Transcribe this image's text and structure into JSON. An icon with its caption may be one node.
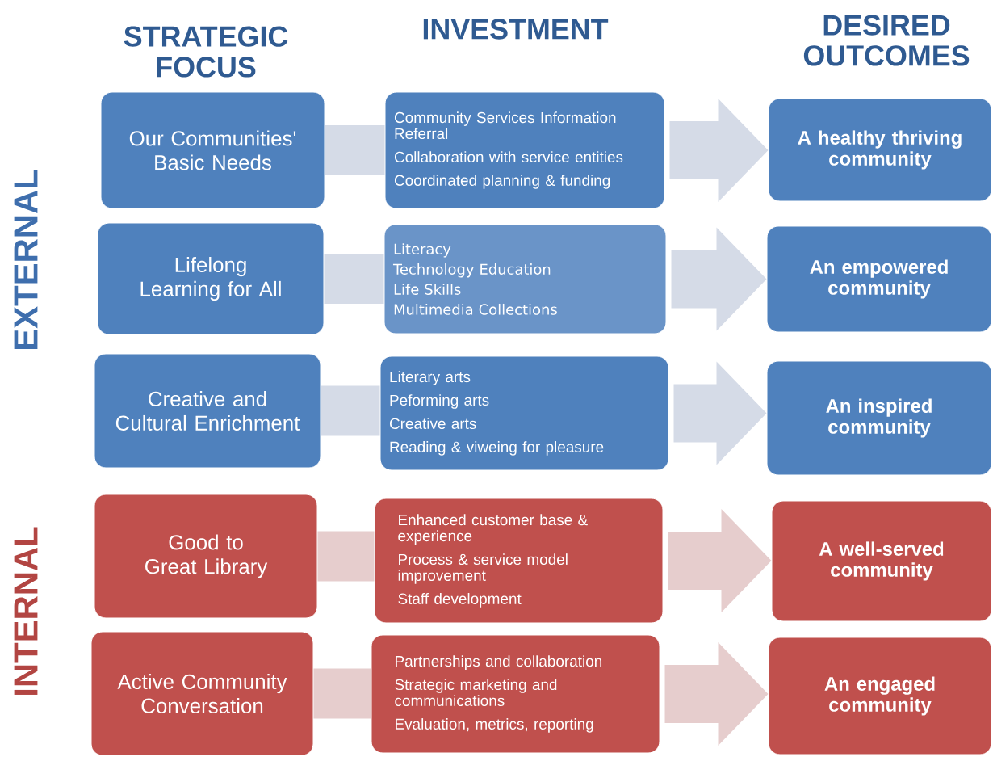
{
  "diagram": {
    "nodes": [
      {
        "text": [
          "Our Communities' Basic Needs"
        ]
      },
      {
        "text": [
          "Community Services Information Referral",
          "Collaboration with service entities",
          "Coordinated planning & funding"
        ]
      },
      {
        "text": [
          "A healthy thriving community"
        ]
      },
      {
        "text": [
          "Lifelong Learning for All"
        ]
      },
      {
        "text": [
          "Literacy",
          "Technology Education",
          "Life Skills",
          "Multimedia Collections"
        ]
      },
      {
        "text": [
          "An empowered community"
        ]
      },
      {
        "text": [
          "Creative and Cultural Enrichment"
        ]
      },
      {
        "text": [
          "Literary arts",
          "Peforming arts",
          "Creative arts",
          "Reading & viweing for pleasure"
        ]
      },
      {
        "text": [
          "An inspired community"
        ]
      },
      {
        "text": [
          "Good to Great Library"
        ]
      },
      {
        "text": [
          "Enhanced customer base & experience",
          "Process & service model improvement",
          "Staff development"
        ]
      },
      {
        "text": [
          "A well-served community"
        ]
      },
      {
        "text": [
          "Active Community Conversation"
        ]
      },
      {
        "text": [
          "Partnerships and collaboration",
          "Strategic marketing and communications",
          "Evaluation, metrics, reporting"
        ]
      },
      {
        "text": [
          "An engaged community"
        ]
      }
    ],
    "edges": [
      {
        "from": 0,
        "to": 1,
        "arrow": "none"
      },
      {
        "from": 1,
        "to": 2,
        "arrow": "to"
      },
      {
        "from": 3,
        "to": 4,
        "arrow": "none"
      },
      {
        "from": 4,
        "to": 5,
        "arrow": "to"
      },
      {
        "from": 6,
        "to": 7,
        "arrow": "none"
      },
      {
        "from": 7,
        "to": 8,
        "arrow": "to"
      },
      {
        "from": 9,
        "to": 10,
        "arrow": "none",
        "color": "#e6cdcd"
      },
      {
        "from": 10,
        "to": 11,
        "arrow": "to",
        "color": "#e6cdcd"
      },
      {
        "from": 12,
        "to": 13,
        "arrow": "none",
        "color": "#e6cdcd"
      },
      {
        "from": 13,
        "to": 14,
        "arrow": "to",
        "color": "#e6cdcd"
      }
    ],
    "labels": [
      "STRATEGIC FOCUS",
      "INVESTMENT",
      "DESIRED OUTCOMES",
      "EXTERNAL",
      "INTERNAL"
    ]
  }
}
